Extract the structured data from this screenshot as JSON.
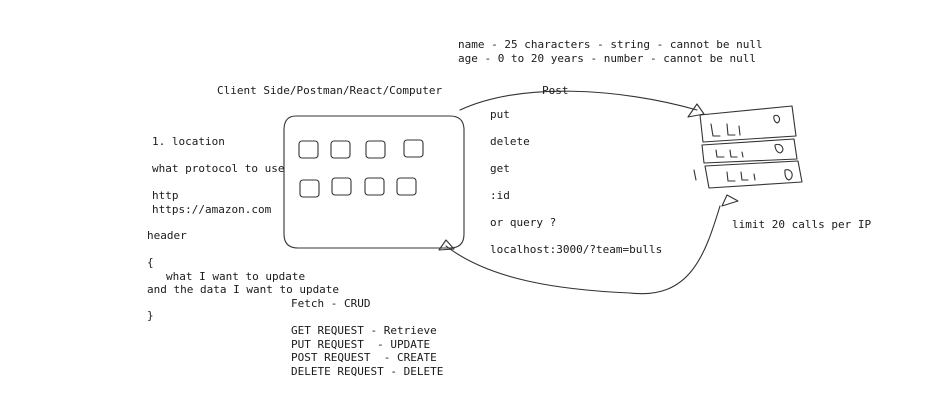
{
  "schema": {
    "line1": "name - 25 characters - string - cannot be null",
    "line2": "age - 0 to 20 years - number - cannot be null"
  },
  "client": {
    "title": "Client Side/Postman/React/Computer"
  },
  "methods": {
    "post": "Post",
    "put": "put",
    "delete": "delete",
    "get": "get",
    "id": ":id",
    "query": "or query ?",
    "url": "localhost:3000/?team=bulls"
  },
  "notes": {
    "location": "1. location",
    "protocol": "what protocol to use",
    "http": "http",
    "https": "https://amazon.com",
    "header": "header",
    "brace_open": "{",
    "update1": "what I want to update",
    "update2": "and the data I want to update",
    "brace_close": "}"
  },
  "crud": {
    "title": "Fetch - CRUD",
    "get": "GET REQUEST - Retrieve",
    "put": "PUT REQUEST  - UPDATE",
    "post": "POST REQUEST  - CREATE",
    "delete": "DELETE REQUEST - DELETE"
  },
  "server": {
    "limit": "limit 20 calls per IP"
  }
}
